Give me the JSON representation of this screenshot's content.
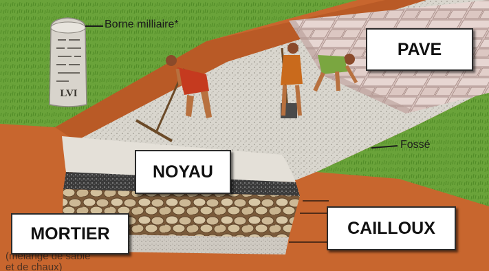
{
  "callouts": {
    "borne": "Borne milliaire*",
    "fosse": "Fossé"
  },
  "labels": {
    "pave": "PAVE",
    "noyau": "NOYAU",
    "mortier": "MORTIER",
    "cailloux": "CAILLOUX"
  },
  "milestone": {
    "numeral": "LVI"
  },
  "partial_text": {
    "line1": "(mélange de sable",
    "line2": "et de chaux)"
  }
}
